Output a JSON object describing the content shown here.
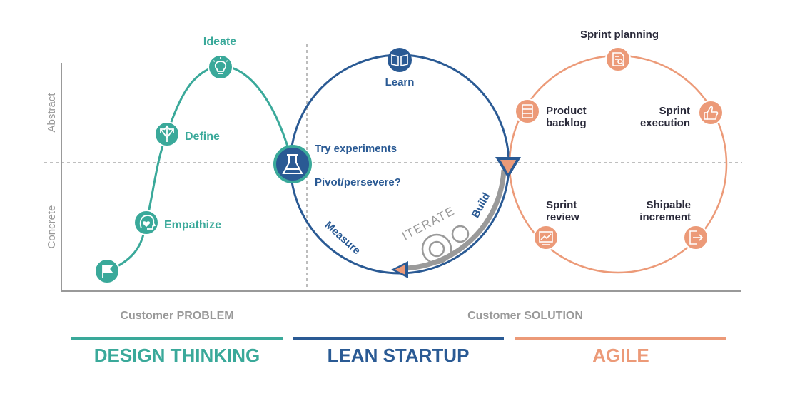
{
  "colors": {
    "teal": "#3aa99a",
    "navy": "#2a5a94",
    "salmon": "#ec9a78",
    "gray_text": "#999999",
    "axis": "#999999",
    "iterate_gray": "#9a9a9a"
  },
  "axes": {
    "abstract_label": "Abstract",
    "concrete_label": "Concrete",
    "problem_label": "Customer PROBLEM",
    "solution_label": "Customer SOLUTION"
  },
  "design_thinking": {
    "title": "DESIGN THINKING",
    "steps": {
      "ideate": "Ideate",
      "define": "Define",
      "empathize": "Empathize"
    }
  },
  "lean_startup": {
    "title": "LEAN STARTUP",
    "learn": "Learn",
    "try_experiments": "Try experiments",
    "pivot": "Pivot/persevere?",
    "measure": "Measure",
    "build": "Build",
    "iterate": "ITERATE"
  },
  "agile": {
    "title": "AGILE",
    "sprint_planning": "Sprint planning",
    "product_backlog_1": "Product",
    "product_backlog_2": "backlog",
    "sprint_execution_1": "Sprint",
    "sprint_execution_2": "execution",
    "sprint_review_1": "Sprint",
    "sprint_review_2": "review",
    "shipable_1": "Shipable",
    "shipable_2": "increment"
  }
}
